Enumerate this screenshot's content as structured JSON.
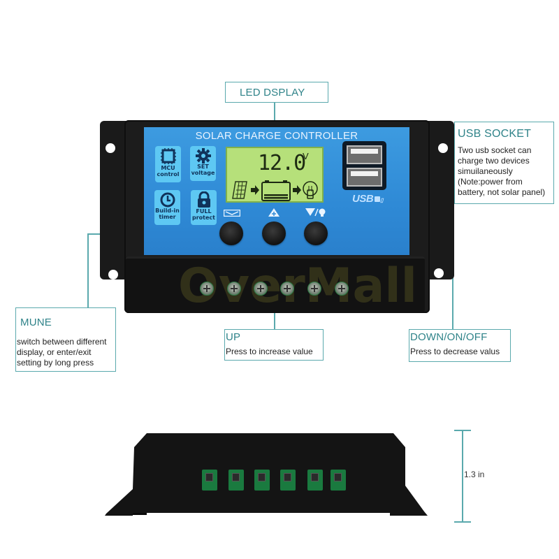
{
  "callouts": {
    "led_display": {
      "title": "LED DSPLAY"
    },
    "usb_socket": {
      "title": "USB SOCKET",
      "lines": [
        "Two usb socket can",
        "charge two devices",
        "simuilaneously",
        "(Note:power from",
        "battery, not solar panel)"
      ]
    },
    "mune": {
      "title": "MUNE",
      "lines": [
        "switch between different",
        "display, or enter/exit",
        "setting by long press"
      ]
    },
    "up": {
      "title": "UP",
      "lines": [
        "Press to increase value"
      ]
    },
    "down": {
      "title": "DOWN/ON/OFF",
      "lines": [
        "Press to decrease valus"
      ]
    }
  },
  "controller": {
    "panel_title": "SOLAR CHARGE CONTROLLER",
    "features": [
      {
        "icon": "chip-icon",
        "label": [
          "MCU",
          "control"
        ]
      },
      {
        "icon": "gear-icon",
        "label": [
          "SET",
          "voltage"
        ]
      },
      {
        "icon": "clock-icon",
        "label": [
          "Build-in",
          "timer"
        ]
      },
      {
        "icon": "lock-icon",
        "label": [
          "FULL",
          "protect"
        ]
      }
    ],
    "lcd": {
      "value": "12.0",
      "unit": "V",
      "icons": [
        "solar-panel-icon",
        "arrow-icon",
        "battery-icon",
        "arrow-icon",
        "bulb-icon"
      ]
    },
    "buttons": [
      {
        "name": "menu",
        "glyph": "menu-icon"
      },
      {
        "name": "up",
        "glyph": "up-plus-icon"
      },
      {
        "name": "down-on-off",
        "glyph": "down-bulb-icon"
      }
    ],
    "usb_logo": "USB",
    "terminal_count": 6,
    "watermark": "OverMall"
  },
  "dimension": {
    "label": "1.3 in"
  },
  "colors": {
    "accent": "#2f8389",
    "panel_blue": "#2f8ad6",
    "lcd_green": "#b6e07a",
    "chassis": "#141414"
  }
}
